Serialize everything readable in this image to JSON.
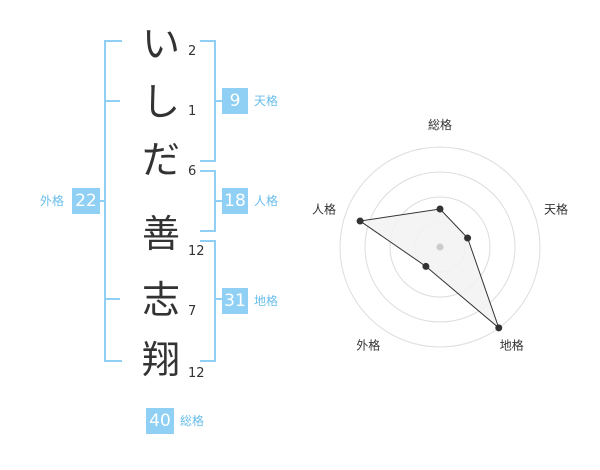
{
  "name": {
    "chars": [
      {
        "char": "い",
        "strokes": "2"
      },
      {
        "char": "し",
        "strokes": "1"
      },
      {
        "char": "だ",
        "strokes": "6"
      },
      {
        "char": "善",
        "strokes": "12"
      },
      {
        "char": "志",
        "strokes": "7"
      },
      {
        "char": "翔",
        "strokes": "12"
      }
    ]
  },
  "fortune": {
    "tenkaku": {
      "value": "9",
      "label": "天格"
    },
    "jinkaku": {
      "value": "18",
      "label": "人格"
    },
    "chikaku": {
      "value": "31",
      "label": "地格"
    },
    "gaikaku": {
      "value": "22",
      "label": "外格"
    },
    "soukaku": {
      "value": "40",
      "label": "総格"
    }
  },
  "chart_data": {
    "type": "radar",
    "axes": [
      "総格",
      "天格",
      "地格",
      "外格",
      "人格"
    ],
    "values": [
      0.38,
      0.29,
      1.0,
      0.24,
      0.84
    ],
    "rings": 4,
    "colors": {
      "grid": "#dddddd",
      "fill": "#f2f2f2",
      "line": "#333333",
      "center": "#cccccc"
    }
  }
}
